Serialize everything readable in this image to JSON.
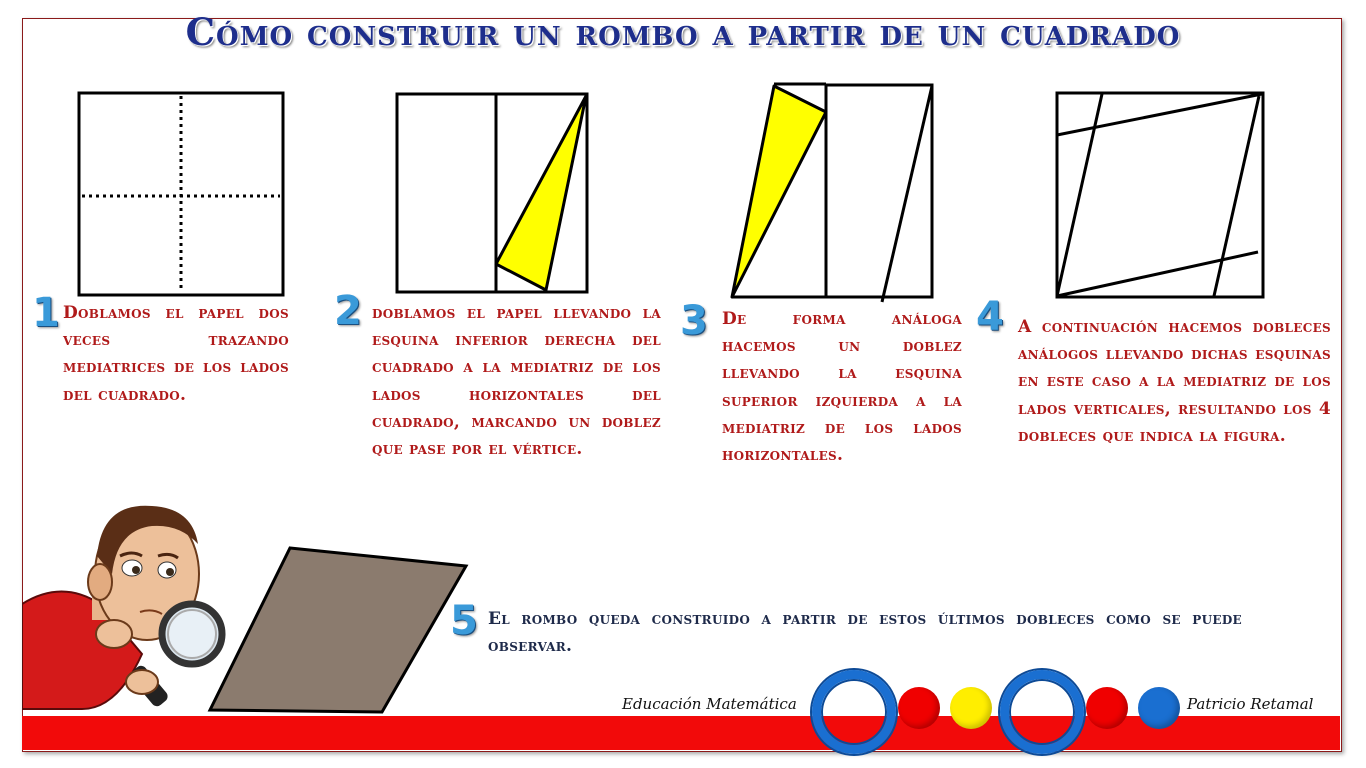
{
  "title": "Cómo construir un rombo a partir de un cuadrado",
  "steps": [
    {
      "number": "1",
      "text": "Doblamos el papel dos veces trazando mediatrices de los lados del cuadrado."
    },
    {
      "number": "2",
      "text": "doblamos el papel llevando la esquina inferior derecha del cuadrado a la mediatriz de los lados horizontales del cuadrado, marcando un doblez que pase por el vértice."
    },
    {
      "number": "3",
      "text": "De forma análoga hacemos un doblez llevando la esquina superior izquierda a la mediatriz de los lados horizontales."
    },
    {
      "number": "4",
      "text": "A continuación hacemos dobleces análogos llevando dichas esquinas en este caso a la mediatriz de los lados verticales, resultando los 4 dobleces que indica la figura."
    },
    {
      "number": "5",
      "text": "El rombo queda construido a partir de estos últimos dobleces como se puede observar."
    }
  ],
  "footer": {
    "left_signature": "Educación Matemática",
    "right_signature": "Patricio Retamal"
  },
  "colors": {
    "title": "#1e2e8c",
    "step_text": "#b01a1a",
    "step_number": "#3a9ad9",
    "fold_yellow": "#ffff00",
    "rhombus": "#8b7b6e",
    "footer_red": "#f20a0a",
    "ring_blue": "#1a6fd1"
  }
}
